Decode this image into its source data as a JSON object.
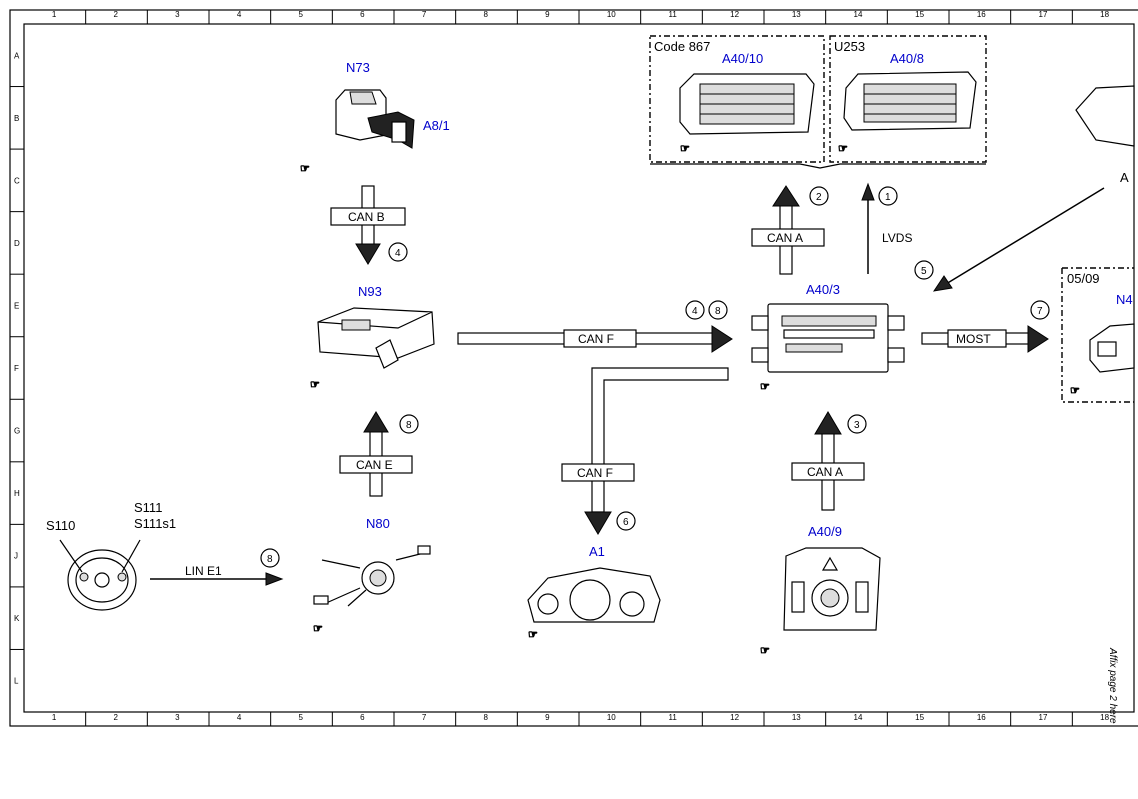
{
  "grid": {
    "columns": [
      "1",
      "2",
      "3",
      "4",
      "5",
      "6",
      "7",
      "8",
      "9",
      "10",
      "11",
      "12",
      "13",
      "14",
      "15",
      "16",
      "17",
      "18"
    ],
    "rows": [
      "A",
      "B",
      "C",
      "D",
      "E",
      "F",
      "G",
      "H",
      "J",
      "K",
      "L"
    ]
  },
  "components": {
    "n73": {
      "label": "N73",
      "sub": "A8/1"
    },
    "n93": {
      "label": "N93"
    },
    "n80": {
      "label": "N80"
    },
    "a1": {
      "label": "A1"
    },
    "a40_3": {
      "label": "A40/3"
    },
    "a40_9": {
      "label": "A40/9"
    },
    "a40_10": {
      "label": "A40/10",
      "code": "Code 867"
    },
    "a40_8": {
      "label": "A40/8",
      "code": "U253"
    },
    "steering": {
      "s110": "S110",
      "s111": "S111",
      "s111s1": "S111s1"
    },
    "right_partial": {
      "date": "05/09",
      "label": "N4",
      "letter": "A"
    }
  },
  "connections": {
    "can_b": "CAN B",
    "can_f_1": "CAN F",
    "can_f_2": "CAN F",
    "can_e": "CAN E",
    "can_a_1": "CAN A",
    "can_a_2": "CAN A",
    "most": "MOST",
    "lvds": "LVDS",
    "lin": "LIN E1"
  },
  "callouts": {
    "c1": "1",
    "c2": "2",
    "c3": "3",
    "c4a": "4",
    "c4b": "4",
    "c5": "5",
    "c6": "6",
    "c7": "7",
    "c8a": "8",
    "c8b": "8",
    "c8c": "8"
  },
  "side_note": "Affix page 2 here"
}
